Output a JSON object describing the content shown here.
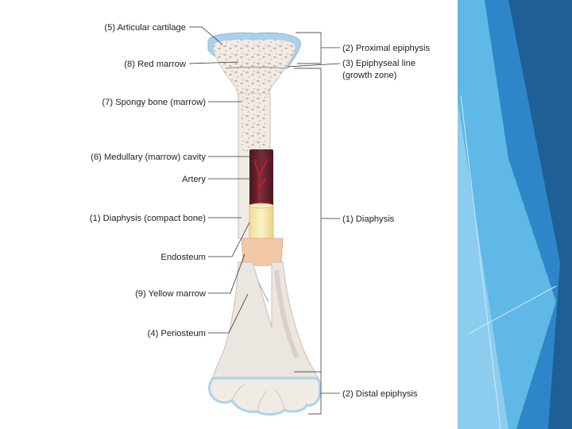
{
  "slide": {
    "accent_colors": [
      "#1f5f96",
      "#2e86c8",
      "#5fb8e6",
      "#9fd6f2"
    ]
  },
  "diagram": {
    "left_labels": {
      "articular_cartilage": "(5) Articular cartilage",
      "red_marrow": "(8) Red marrow",
      "spongy_bone": "(7) Spongy bone (marrow)",
      "medullary_cavity": "(6) Medullary (marrow) cavity",
      "artery": "Artery",
      "diaphysis_compact": "(1) Diaphysis (compact bone)",
      "endosteum": "Endosteum",
      "yellow_marrow": "(9) Yellow marrow",
      "periosteum": "(4) Periosteum"
    },
    "right_labels": {
      "proximal_epiphysis": "(2) Proximal epiphysis",
      "epiphyseal_line_1": "(3) Epiphyseal line",
      "epiphyseal_line_2": "(growth zone)",
      "diaphysis": "(1) Diaphysis",
      "distal_epiphysis": "(2) Distal epiphysis"
    },
    "colors": {
      "cartilage": "#a9d3ec",
      "bone": "#f1ebe6",
      "spongy_spots": "#c8b9b1",
      "medullary_cavity": "#6a2430",
      "artery": "#c0222c",
      "yellow_marrow": "#f5eab1",
      "endosteum": "#f0c8a6",
      "periosteum": "#d4cbc3"
    }
  }
}
